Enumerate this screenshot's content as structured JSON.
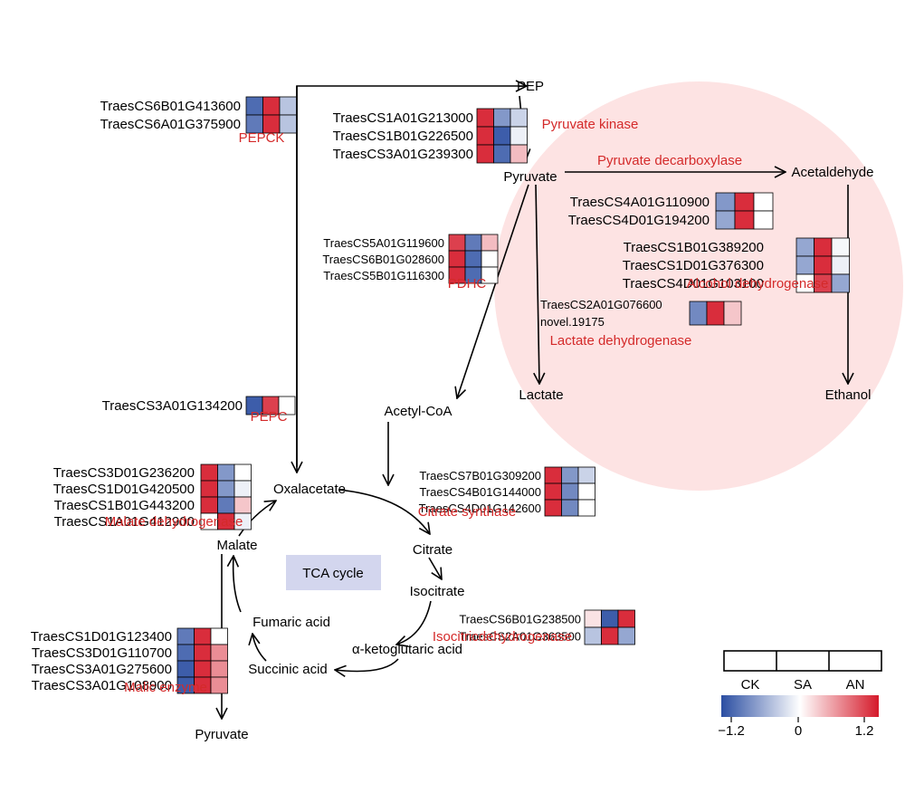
{
  "metabolites": {
    "pep": "PEP",
    "pyruvate": "Pyruvate",
    "acetaldehyde": "Acetaldehyde",
    "lactate": "Lactate",
    "ethanol": "Ethanol",
    "acetyl_coa": "Acetyl-CoA",
    "oxalacetate": "Oxalacetate",
    "citrate": "Citrate",
    "isocitrate": "Isocitrate",
    "alpha_kg": "α-ketoglutaric acid",
    "succinic": "Succinic acid",
    "fumaric": "Fumaric acid",
    "malate": "Malate",
    "pyruvate_bottom": "Pyruvate"
  },
  "tca_label": "TCA cycle",
  "enzymes": [
    {
      "id": "pepck",
      "name": "PEPCK",
      "genes": [
        {
          "id": "TraesCS6B01G413600",
          "values": [
            -1.0,
            1.1,
            -0.4
          ]
        },
        {
          "id": "TraesCS6A01G375900",
          "values": [
            -0.9,
            1.1,
            -0.4
          ]
        }
      ]
    },
    {
      "id": "pk",
      "name": "Pyruvate kinase",
      "genes": [
        {
          "id": "TraesCS1A01G213000",
          "values": [
            1.1,
            -0.7,
            -0.3
          ]
        },
        {
          "id": "TraesCS1B01G226500",
          "values": [
            1.1,
            -1.1,
            -0.1
          ]
        },
        {
          "id": "TraesCS3A01G239300",
          "values": [
            1.1,
            -1.0,
            0.35
          ]
        }
      ]
    },
    {
      "id": "pdc",
      "name": "Pyruvate decarboxylase",
      "genes": [
        {
          "id": "TraesCS4A01G110900",
          "values": [
            -0.7,
            1.1,
            0.0
          ]
        },
        {
          "id": "TraesCS4D01G194200",
          "values": [
            -0.6,
            1.1,
            0.0
          ]
        }
      ]
    },
    {
      "id": "adh",
      "name": "Alcohol dehydrogenase",
      "genes": [
        {
          "id": "TraesCS1B01G389200",
          "values": [
            -0.6,
            1.1,
            -0.05
          ]
        },
        {
          "id": "TraesCS1D01G376300",
          "values": [
            -0.6,
            1.1,
            -0.1
          ]
        },
        {
          "id": "TraesCS4D01G103100",
          "values": [
            0.0,
            1.0,
            -0.6
          ]
        }
      ]
    },
    {
      "id": "pdhc",
      "name": "PDHC",
      "genes": [
        {
          "id": "TraesCS5A01G119600",
          "values": [
            1.0,
            -0.9,
            0.35
          ]
        },
        {
          "id": "TraesCS6B01G028600",
          "values": [
            1.1,
            -1.0,
            0.0
          ]
        },
        {
          "id": "TraesCS5B01G116300",
          "values": [
            1.1,
            -1.0,
            0.0
          ]
        }
      ]
    },
    {
      "id": "ldh",
      "name": "Lactate dehydrogenase",
      "genes": [
        {
          "id": "TraesCS2A01G076600",
          "values": [
            -0.8,
            1.1,
            0.3
          ]
        },
        {
          "id": "novel.19175",
          "values": []
        }
      ]
    },
    {
      "id": "pepc",
      "name": "PEPC",
      "genes": [
        {
          "id": "TraesCS3A01G134200",
          "values": [
            -1.1,
            1.0,
            0.0
          ]
        }
      ]
    },
    {
      "id": "mdh",
      "name": "Malate dehydrogenase",
      "genes": [
        {
          "id": "TraesCS3D01G236200",
          "values": [
            1.1,
            -0.7,
            0.0
          ]
        },
        {
          "id": "TraesCS1D01G420500",
          "values": [
            1.1,
            -0.7,
            -0.1
          ]
        },
        {
          "id": "TraesCS1B01G443200",
          "values": [
            1.1,
            -0.9,
            0.3
          ]
        },
        {
          "id": "TraesCS1A01G412900",
          "values": [
            0.0,
            1.1,
            -0.1
          ]
        }
      ]
    },
    {
      "id": "cs",
      "name": "Citrate synthase",
      "genes": [
        {
          "id": "TraesCS7B01G309200",
          "values": [
            1.1,
            -0.7,
            -0.3
          ]
        },
        {
          "id": "TraesCS4B01G144000",
          "values": [
            1.1,
            -0.8,
            0.0
          ]
        },
        {
          "id": "TraesCS4D01G142600",
          "values": [
            1.1,
            -0.8,
            0.0
          ]
        }
      ]
    },
    {
      "id": "idh",
      "name": "Isocitricdehydrogenase",
      "genes": [
        {
          "id": "TraesCS6B01G238500",
          "values": [
            0.15,
            -1.1,
            1.1
          ]
        },
        {
          "id": "TraesCS2A01G363500",
          "values": [
            -0.4,
            1.1,
            -0.6
          ]
        }
      ]
    },
    {
      "id": "me",
      "name": "Malic enzyme",
      "genes": [
        {
          "id": "TraesCS1D01G123400",
          "values": [
            -0.9,
            1.1,
            0.0
          ]
        },
        {
          "id": "TraesCS3D01G110700",
          "values": [
            -1.0,
            1.1,
            0.6
          ]
        },
        {
          "id": "TraesCS3A01G275600",
          "values": [
            -1.1,
            1.1,
            0.6
          ]
        },
        {
          "id": "TraesCS3A01G108900",
          "values": [
            -1.1,
            1.1,
            0.6
          ]
        }
      ]
    }
  ],
  "legend": {
    "conditions": [
      "CK",
      "SA",
      "AN"
    ],
    "scale_min": "−1.2",
    "scale_mid": "0",
    "scale_max": "1.2",
    "low_color": "#2b4ea2",
    "mid_color": "#ffffff",
    "high_color": "#d51a2a"
  },
  "colors": {
    "enzyme_text": "#d42a2a",
    "fermentation_bg": "#fde3e3",
    "tca_box": "#d3d6ee"
  }
}
